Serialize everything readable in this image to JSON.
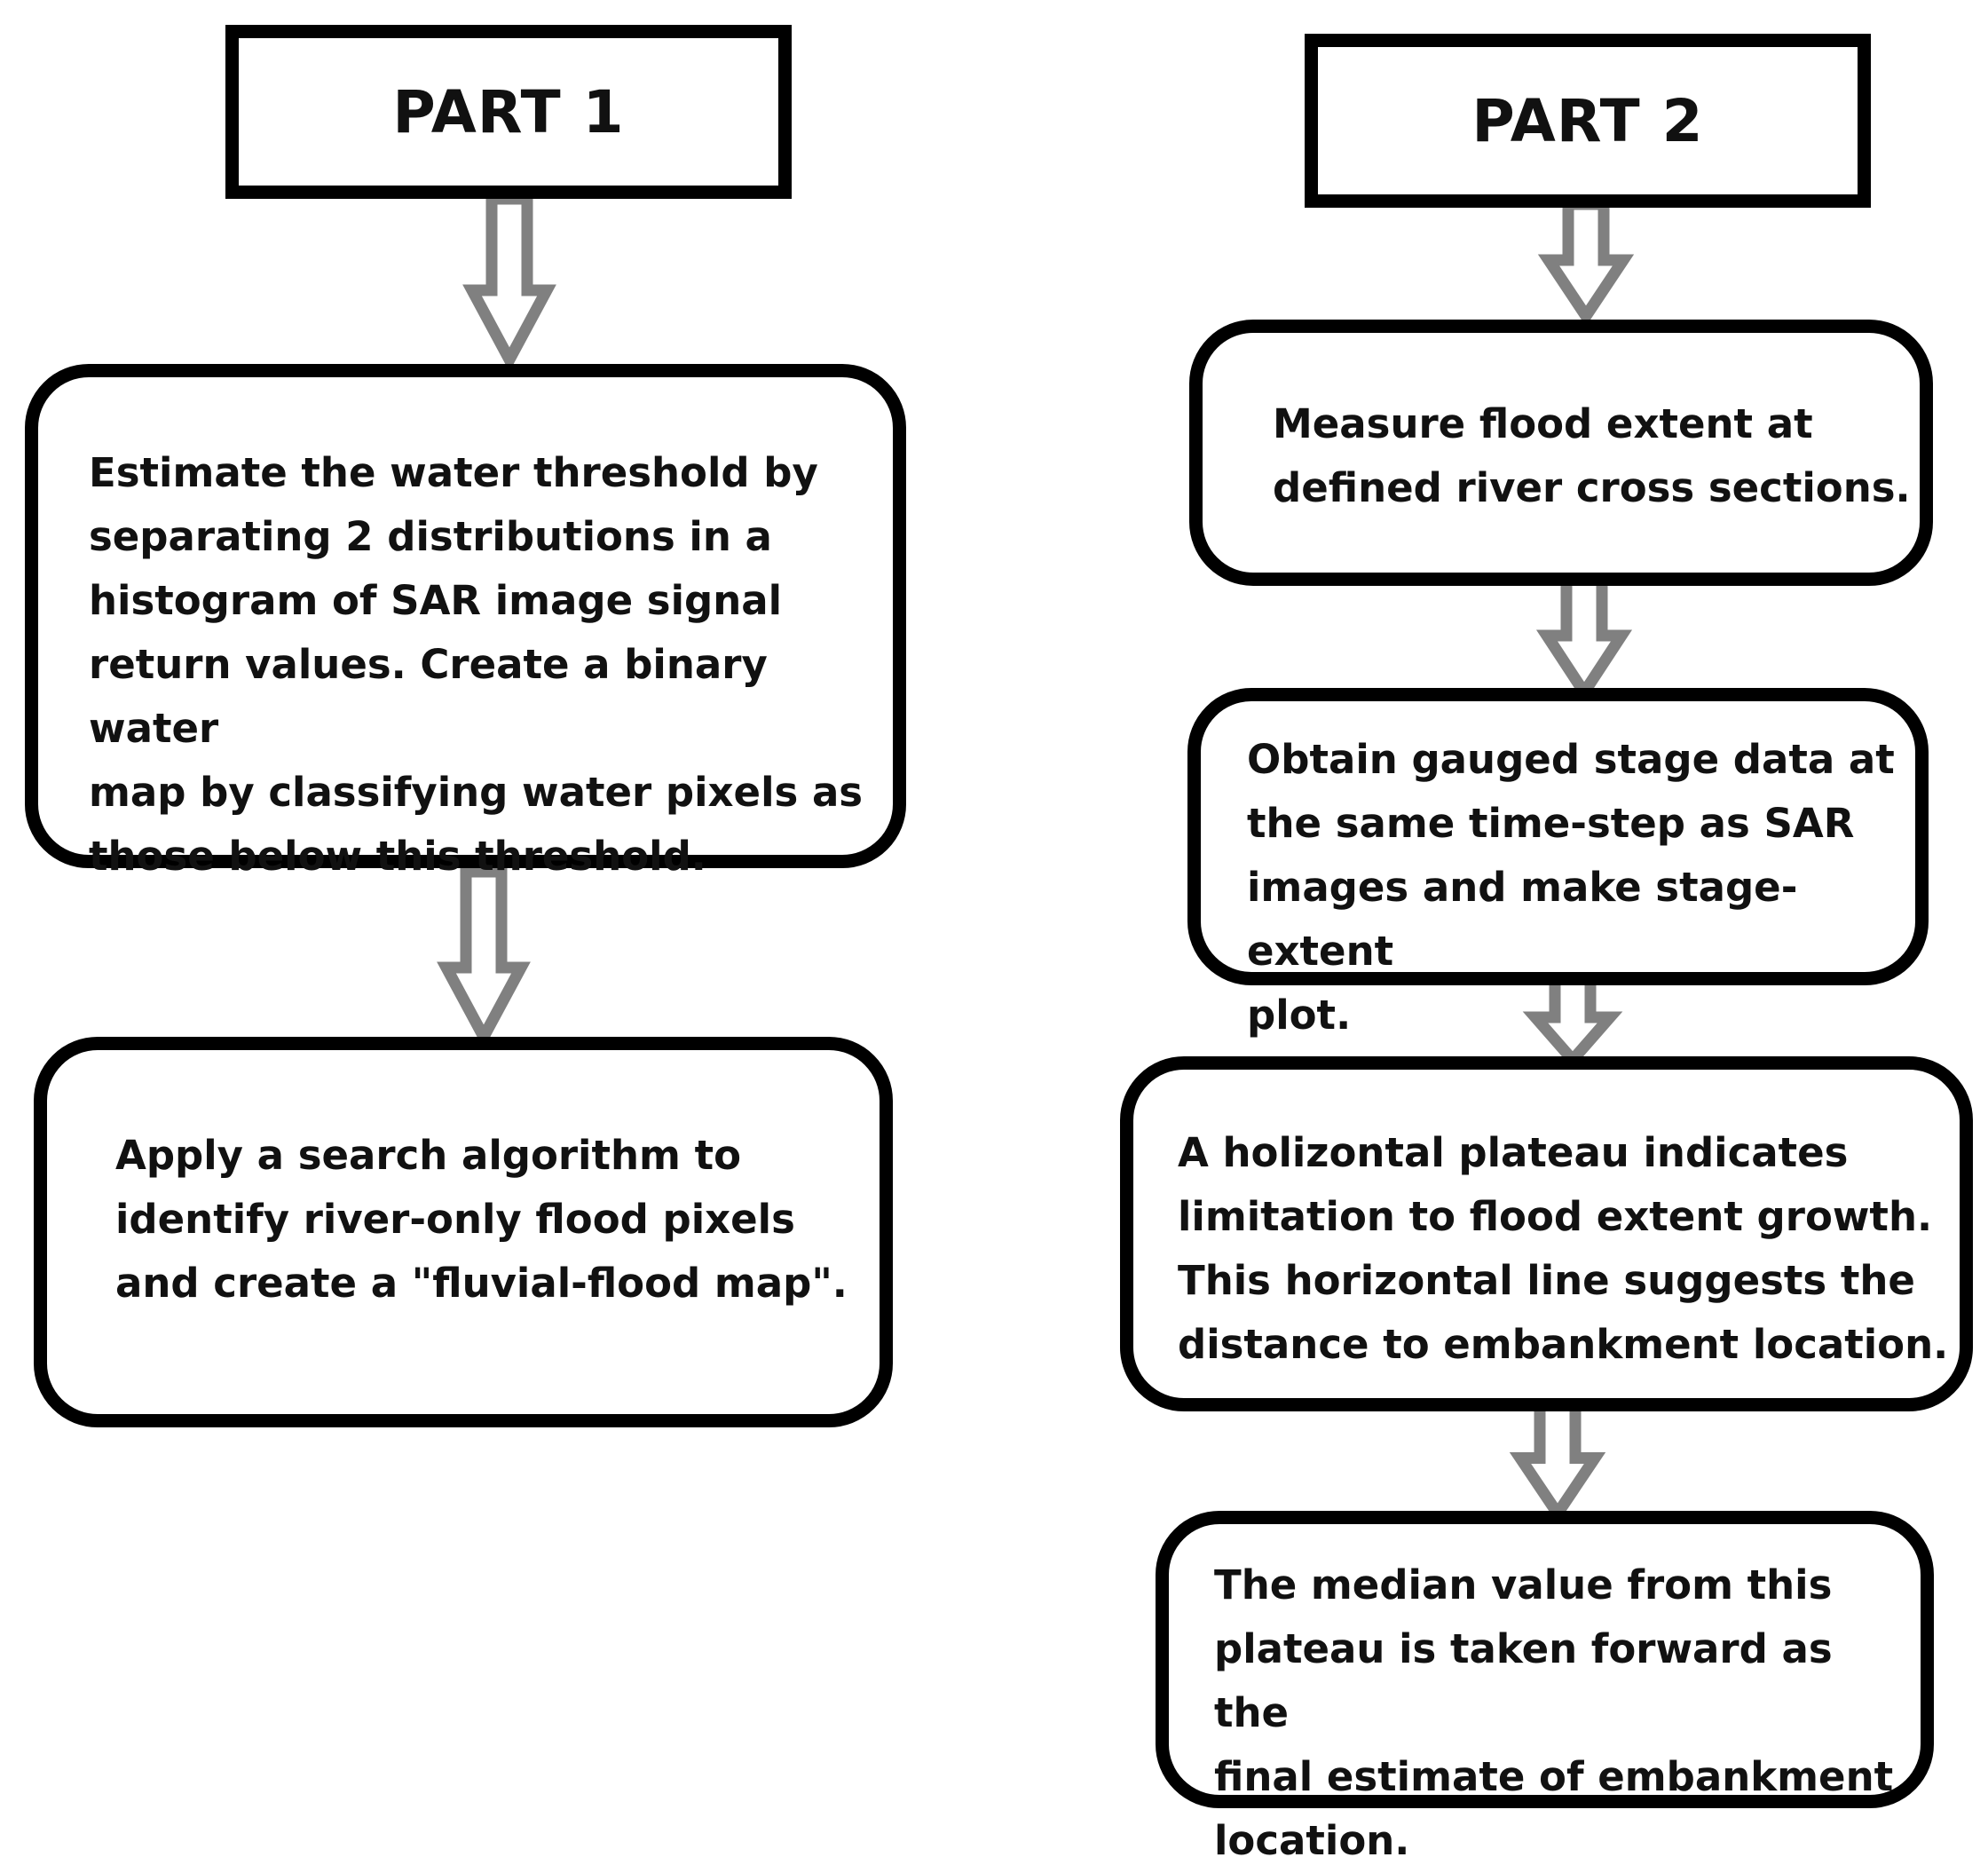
{
  "colors": {
    "border": "#000000",
    "text": "#111111",
    "arrow_fill": "#ffffff",
    "arrow_stroke": "#808080"
  },
  "part1": {
    "title": "PART 1",
    "steps": [
      "Estimate the water threshold by\nseparating 2 distributions in a\nhistogram of SAR image signal\nreturn values. Create a binary water\nmap by classifying water pixels as\nthose below this threshold.",
      "Apply a search algorithm to\nidentify river-only flood pixels\nand create a \"fluvial-flood map\"."
    ]
  },
  "part2": {
    "title": "PART 2",
    "steps": [
      "Measure flood extent at\ndefined river cross sections.",
      "Obtain gauged stage data at\nthe same time-step as SAR\nimages and make stage-extent\nplot.",
      "A holizontal plateau indicates\nlimitation to flood extent growth.\nThis horizontal line suggests the\ndistance to embankment location.",
      "The median value from this\nplateau is taken forward as the\nfinal estimate of embankment\nlocation."
    ]
  }
}
